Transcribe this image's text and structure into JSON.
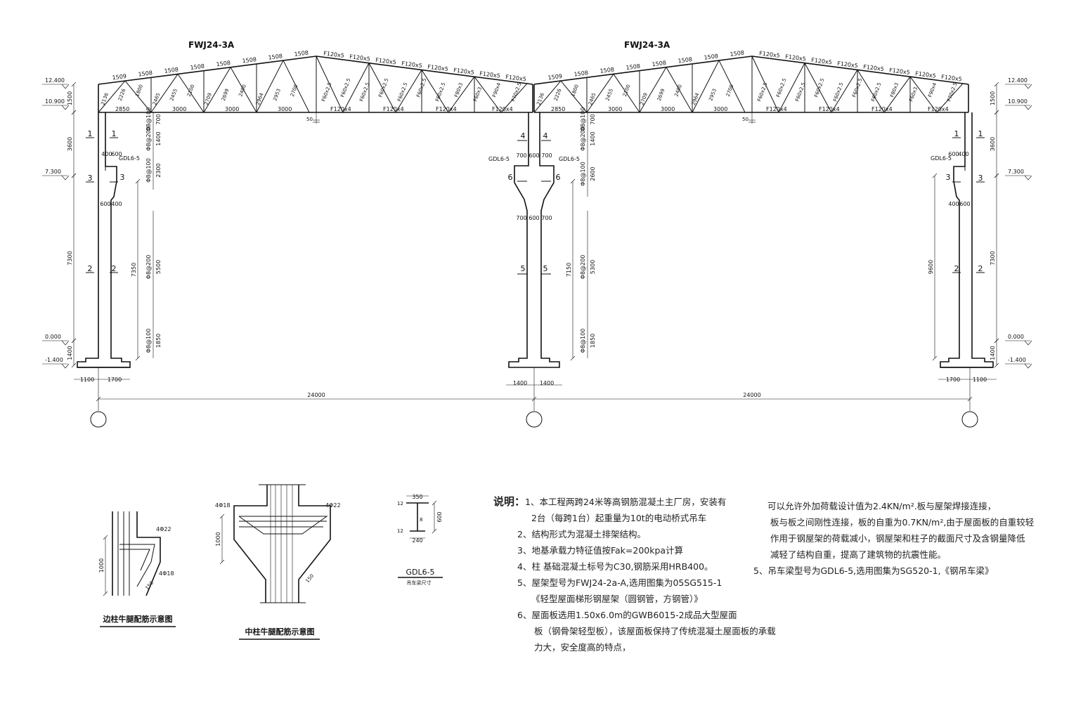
{
  "truss": {
    "label": "FWJ24-3A",
    "top_chords": [
      "1509",
      "1508",
      "1508",
      "1508",
      "1508",
      "1508",
      "1508",
      "1508"
    ],
    "top_tubes": [
      "F120x5",
      "F120x5",
      "F120x5",
      "F120x5",
      "F120x5",
      "F120x5",
      "F120x5",
      "F120x5"
    ],
    "bottom_chords": [
      "2850",
      "3000",
      "3000",
      "3000"
    ],
    "bottom_tubes": [
      "F120x4",
      "F120x4",
      "F120x4",
      "F120x4"
    ],
    "left_webs": [
      "2136",
      "2226",
      "1800",
      "2465",
      "2455",
      "2100",
      "2709",
      "2699",
      "2400",
      "2964",
      "2953",
      "2700"
    ],
    "right_webs": [
      "F60x2.5",
      "F60x2.5",
      "F60x2.5",
      "F60x2.5",
      "F60x2.5",
      "F60x2.5",
      "F60x2.5",
      "F80x3",
      "F60x3",
      "F90x4",
      "F70x2.5"
    ],
    "center_mark": "50"
  },
  "elevations": {
    "e1": "12.400",
    "e2": "10.900",
    "e3": "7.300",
    "e4": "0.000",
    "e5": "-1.400"
  },
  "dims": {
    "d1500": "1500",
    "d3600": "3600",
    "d7300": "7300",
    "d1400": "1400",
    "d9600": "9600",
    "d7350": "7350",
    "d7150": "7150",
    "d700": "700",
    "d1400b": "1400",
    "d2300": "2300",
    "d5500": "5500",
    "d1850": "1850",
    "d2600": "2600",
    "d5300": "5300",
    "d400": "400",
    "d600": "600",
    "d1100": "1100",
    "d1700": "1700",
    "span": "24000"
  },
  "rebar": {
    "r1": "Φ8@100",
    "r2": "Φ8@200",
    "r3": "Φ8@100",
    "r4": "Φ8@200",
    "r5": "Φ8@100"
  },
  "sections": {
    "s1": "1",
    "s2": "2",
    "s3": "3",
    "s4": "4",
    "s5": "5",
    "s6": "6"
  },
  "crane_beam_tag": "GDL6-5",
  "details": {
    "edge": {
      "title": "边柱牛腿配筋示意图",
      "bar1": "4Φ22",
      "bar2": "4Φ18",
      "dim": "1000",
      "dim2": "150"
    },
    "middle": {
      "title": "中柱牛腿配筋示意图",
      "bar1": "4Φ18",
      "bar2": "4Φ22",
      "dim": "1000",
      "dim2": "150"
    },
    "beam": {
      "title": "GDL6-5",
      "subtitle": "吊车梁尺寸",
      "w_top": "350",
      "h": "600",
      "w_bot": "240",
      "web": "8",
      "f1": "12",
      "f2": "12"
    }
  },
  "notes": {
    "heading": "说明：",
    "left": [
      "1、本工程两跨24米等高钢筋混凝土主厂房，安装有",
      "2台（每跨1台）起重量为10t的电动桥式吊车",
      "2、结构形式为混凝土排架结构。",
      "3、地基承载力特征值按Fak=200kpa计算",
      "4、柱 基础混凝土标号为C30,钢筋采用HRB400。",
      "5、屋架型号为FWJ24-2a-A,选用图集为05SG515-1",
      "《轻型屋面梯形钢屋架（圆钢管，方钢管）》",
      "6、屋面板选用1.50x6.0m的GWB6015-2成品大型屋面",
      "板（钢骨架轻型板），该屋面板保持了传统混凝土屋面板的承载",
      "力大，安全度高的特点，"
    ],
    "right": [
      "可以允许外加荷载设计值为2.4KN/m².板与屋架焊接连接，",
      "板与板之间刚性连接，板的自重为0.7KN/m²,由于屋面板的自重较轻",
      "作用于钢屋架的荷载减小，钢屋架和柱子的截面尺寸及含钢量降低",
      "减轻了结构自重，提高了建筑物的抗震性能。",
      "",
      "5、吊车梁型号为GDL6-5,选用图集为SG520-1,《钢吊车梁》"
    ]
  }
}
